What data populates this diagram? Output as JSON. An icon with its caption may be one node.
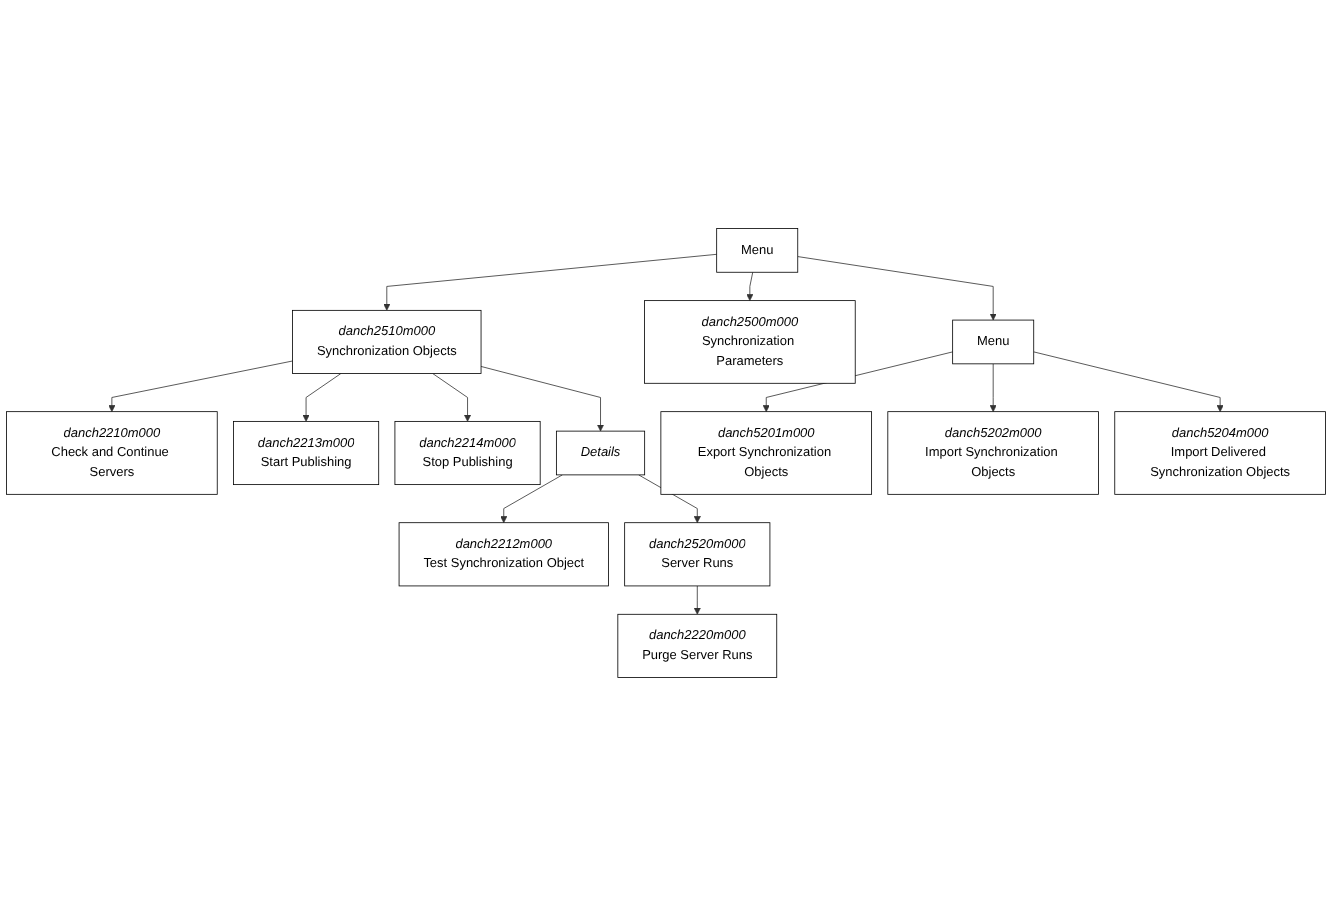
{
  "diagram": {
    "nodes": [
      {
        "text": [
          "Menu"
        ]
      },
      {
        "text": [
          "*danch2210m000*",
          "Check and Continue Servers"
        ]
      },
      {
        "text": [
          "*danch2213m000*",
          "Start Publishing"
        ]
      },
      {
        "text": [
          "*danch2214m000*",
          "Stop Publishing"
        ]
      },
      {
        "text": [
          "*danch2212m000*",
          "Test Synchronization Object"
        ]
      },
      {
        "text": [
          "*danch2510m000*",
          "Synchronization Objects"
        ]
      },
      {
        "text": [
          "*Details*"
        ]
      },
      {
        "text": [
          "*danch2520m000*",
          "Server Runs"
        ]
      },
      {
        "text": [
          "*danch2220m000*",
          "Purge Server Runs"
        ]
      },
      {
        "text": [
          "*danch2500m000*",
          "Synchronization Parameters"
        ]
      },
      {
        "text": [
          "Menu"
        ]
      },
      {
        "text": [
          "*danch5201m000*",
          "Export Synchronization Objects"
        ]
      },
      {
        "text": [
          "*danch5202m000*",
          "Import Synchronization Objects"
        ]
      },
      {
        "text": [
          "*danch5204m000*",
          "Import Delivered Synchronization Objects"
        ]
      }
    ],
    "edges": [
      {
        "from": 0,
        "to": 5,
        "arrow": "to"
      },
      {
        "from": 0,
        "to": 9,
        "arrow": "to"
      },
      {
        "from": 0,
        "to": 10,
        "arrow": "to"
      },
      {
        "from": 5,
        "to": 1,
        "arrow": "to"
      },
      {
        "from": 5,
        "to": 2,
        "arrow": "to"
      },
      {
        "from": 5,
        "to": 3,
        "arrow": "to"
      },
      {
        "from": 5,
        "to": 6,
        "arrow": "to"
      },
      {
        "from": 6,
        "to": 4,
        "arrow": "to"
      },
      {
        "from": 6,
        "to": 7,
        "arrow": "to"
      },
      {
        "from": 7,
        "to": 8,
        "arrow": "to"
      },
      {
        "from": 10,
        "to": 11,
        "arrow": "to"
      },
      {
        "from": 10,
        "to": 12,
        "arrow": "to"
      },
      {
        "from": 10,
        "to": 13,
        "arrow": "to"
      }
    ]
  }
}
